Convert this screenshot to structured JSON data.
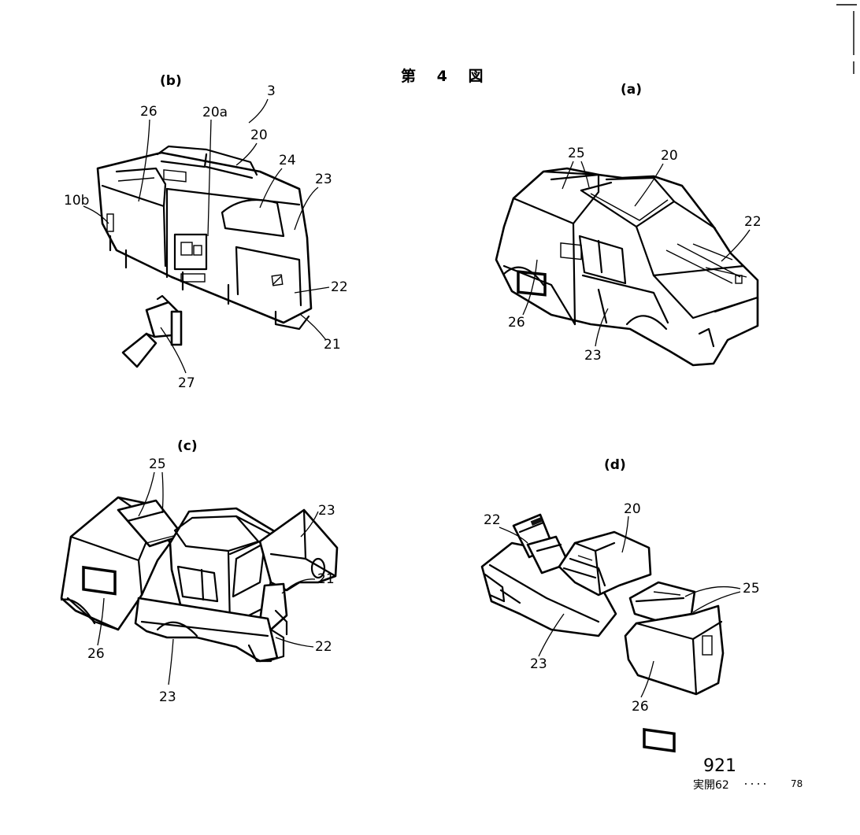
{
  "figure": {
    "title": "第 4 図",
    "panels": {
      "a": {
        "caption": "(a)",
        "labels": [
          "25",
          "20",
          "22",
          "26",
          "23"
        ]
      },
      "b": {
        "caption": "(b)",
        "labels": [
          "26",
          "20a",
          "3",
          "20",
          "24",
          "23",
          "10b",
          "22",
          "21",
          "27"
        ]
      },
      "c": {
        "caption": "(c)",
        "labels": [
          "25",
          "23",
          "21",
          "22",
          "26",
          "23"
        ]
      },
      "d": {
        "caption": "(d)",
        "labels": [
          "20",
          "22",
          "25",
          "23",
          "26"
        ]
      }
    }
  },
  "footer": {
    "page_number": "921",
    "reference": "実開62",
    "reference_tail": "78"
  }
}
